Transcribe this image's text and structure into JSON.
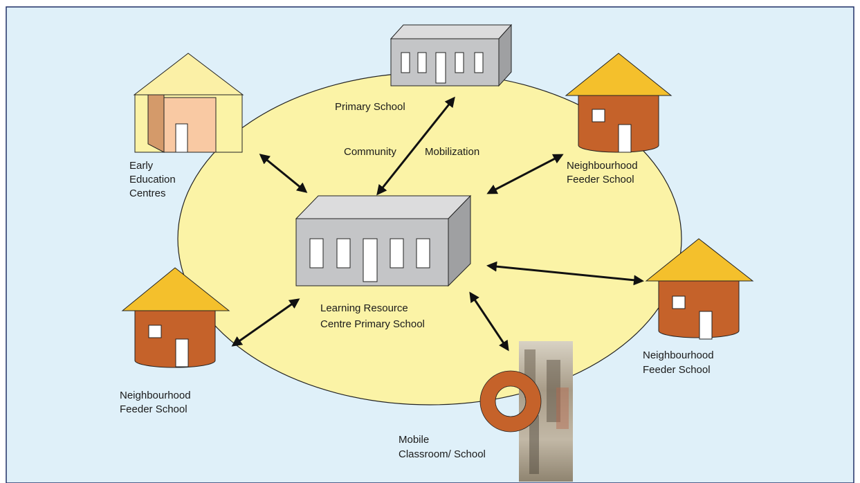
{
  "diagram": {
    "colors": {
      "background": "#dff0f9",
      "frame": "#1f2f66",
      "ellipse_fill": "#fbf3a6",
      "ellipse_stroke": "#222222",
      "building_front": "#c4c5c7",
      "building_top": "#dcdcdd",
      "building_side": "#9fa0a2",
      "hut_wall": "#c5622a",
      "hut_roof": "#f4c02c",
      "house_roof": "#fbf0a6",
      "house_wall": "#f9c9a3",
      "house_side": "#d49a6a",
      "arrow": "#111111",
      "mobile_ring": "#c5622a"
    },
    "labels": {
      "primary_school": "Primary School",
      "community": "Community",
      "mobilization": "Mobilization",
      "early_education": [
        "Early",
        "Education",
        "Centres"
      ],
      "center_building": [
        "Learning Resource",
        "Centre Primary School"
      ],
      "feeder_top_right": [
        "Neighbourhood",
        "Feeder School"
      ],
      "feeder_right": [
        "Neighbourhood",
        "Feeder School"
      ],
      "feeder_left": [
        "Neighbourhood",
        "Feeder School"
      ],
      "mobile": [
        "Mobile",
        "Classroom/ School"
      ]
    }
  }
}
